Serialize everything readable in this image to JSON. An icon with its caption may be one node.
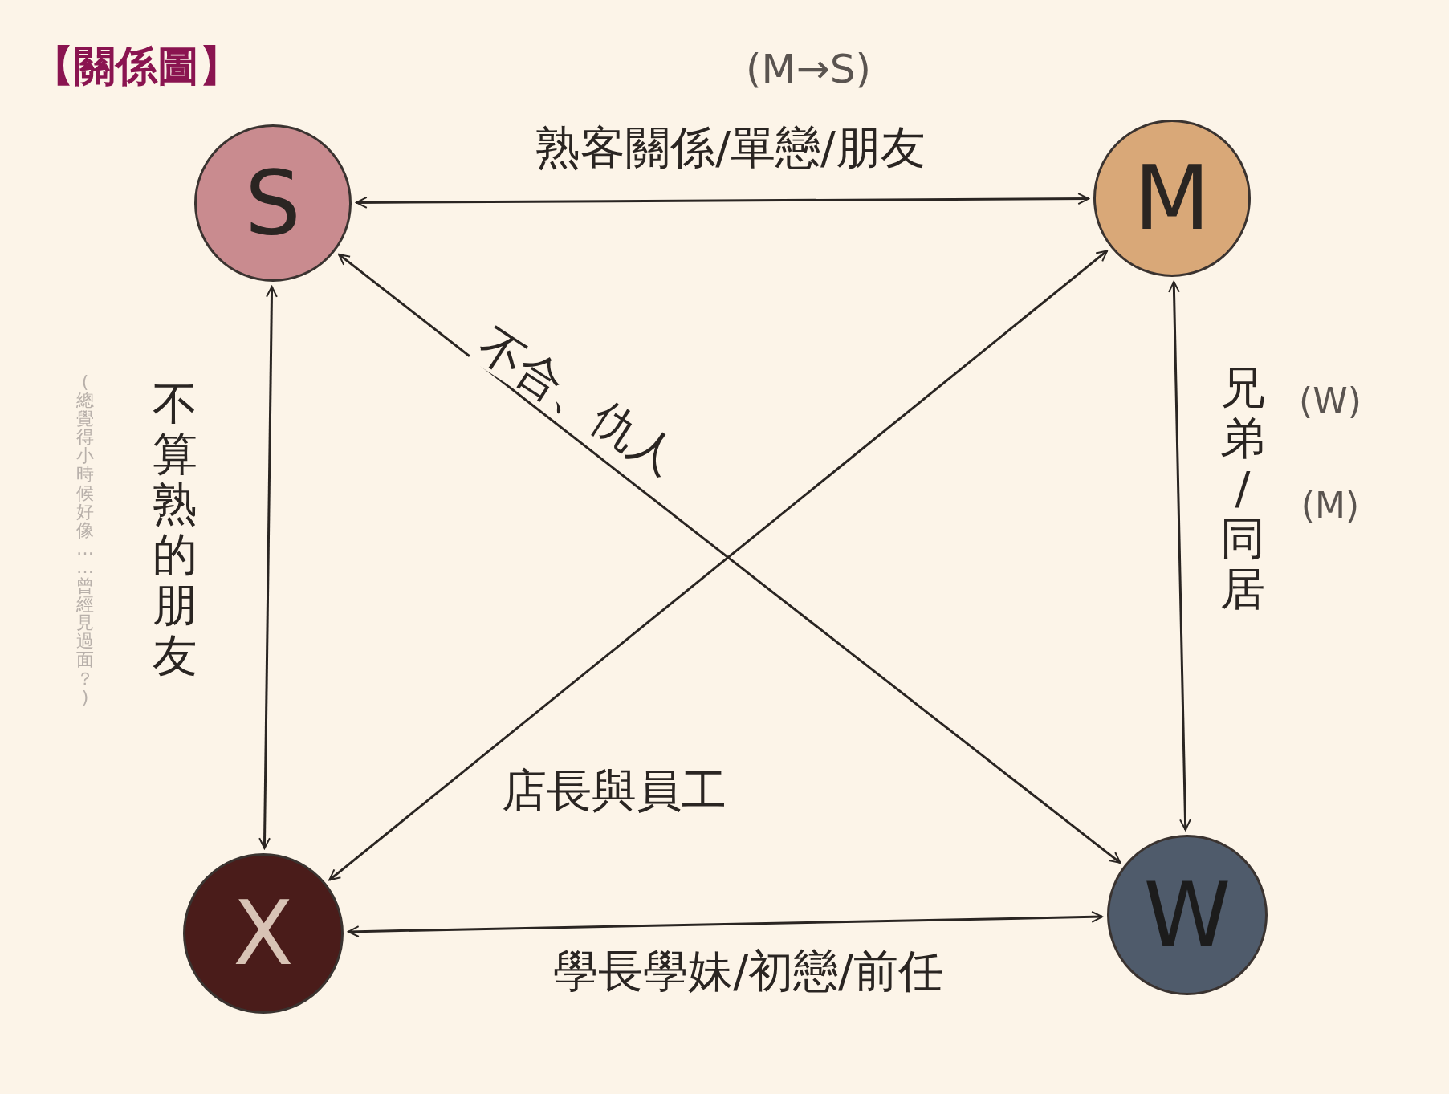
{
  "diagram": {
    "title": "【關係圖】",
    "nodes": [
      {
        "text": [
          "S"
        ]
      },
      {
        "text": [
          "M"
        ]
      },
      {
        "text": [
          "X"
        ]
      },
      {
        "text": [
          "W"
        ]
      }
    ],
    "edges": [
      {
        "from": 0,
        "to": 1,
        "arrow": "both",
        "label": "熟客關係/單戀/朋友"
      },
      {
        "from": 0,
        "to": 2,
        "arrow": "both",
        "label": "不算熟的朋友"
      },
      {
        "from": 1,
        "to": 3,
        "arrow": "both",
        "label": "兄弟/同居"
      },
      {
        "from": 2,
        "to": 3,
        "arrow": "both",
        "label": "學長學妹/初戀/前任"
      },
      {
        "from": 0,
        "to": 3,
        "arrow": "both",
        "label": "不合、仇人"
      },
      {
        "from": 1,
        "to": 2,
        "arrow": "both",
        "label": "店長與員工"
      }
    ],
    "labels": [
      "(M→S)",
      "(W)",
      "(M)",
      "(總覺得小時候好像……曾經見過面？)"
    ]
  }
}
